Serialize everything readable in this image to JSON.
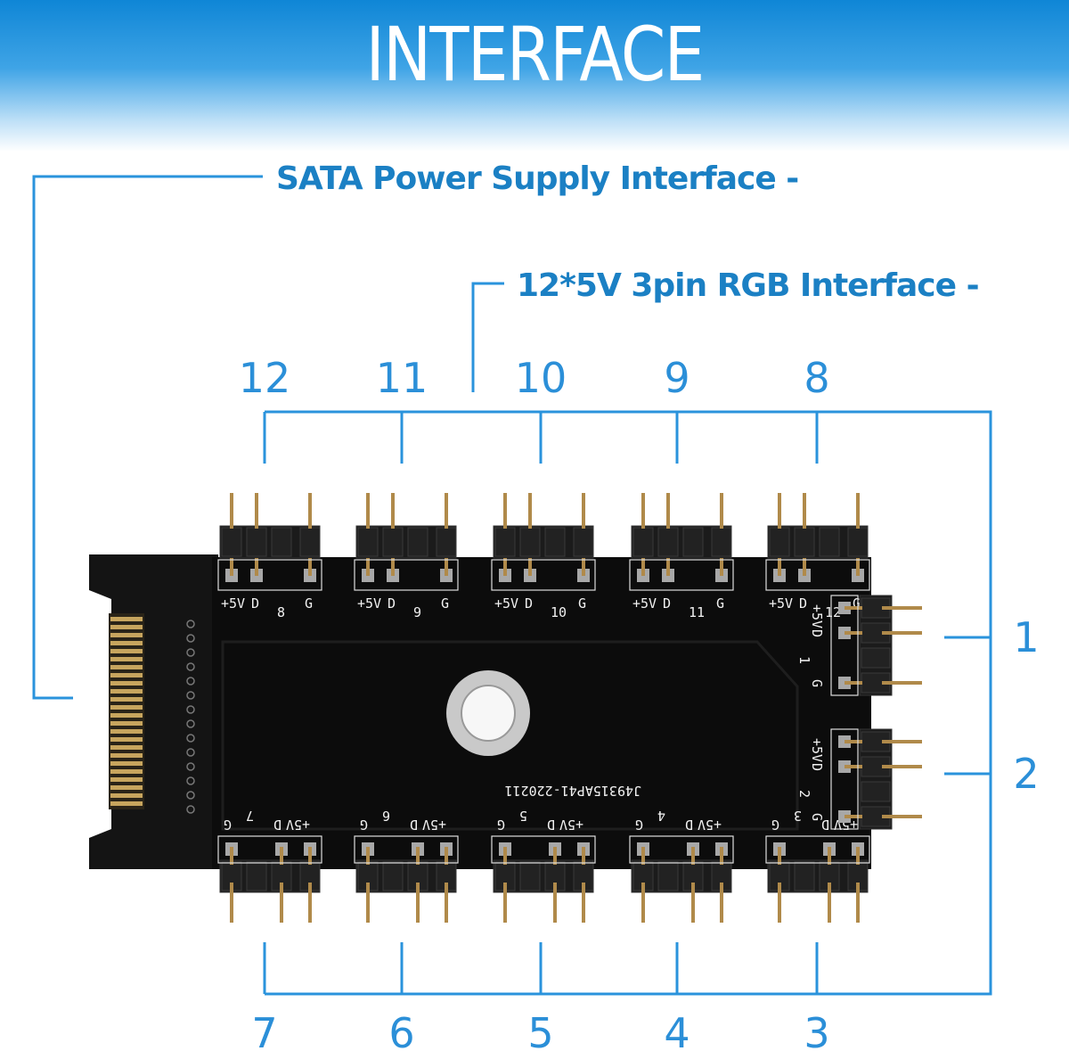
{
  "title": "INTERFACE",
  "callouts": {
    "sata": "SATA Power Supply Interface -",
    "rgb": "12*5V 3pin RGB Interface -"
  },
  "port_numbers": {
    "top": [
      "12",
      "11",
      "10",
      "9",
      "8"
    ],
    "right": [
      "1",
      "2"
    ],
    "bottom": [
      "7",
      "6",
      "5",
      "4",
      "3"
    ]
  },
  "board": {
    "pin_labels": [
      "+5V",
      "D",
      "G"
    ],
    "silk_top": [
      "8",
      "9",
      "10",
      "11",
      "12"
    ],
    "silk_right": [
      "1",
      "2"
    ],
    "silk_bottom": [
      "7",
      "6",
      "5",
      "4",
      "3"
    ],
    "part_code": "J49315AP41-220211"
  },
  "colors": {
    "accent": "#2b8fd8",
    "line": "#2a93dc",
    "board": "#0c0c0c",
    "pin": "#b08a4a"
  }
}
